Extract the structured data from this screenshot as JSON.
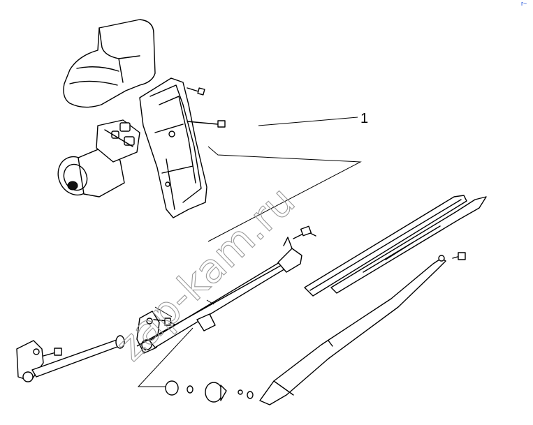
{
  "diagram": {
    "callout_label": "1",
    "watermark": "zap-kam.ru",
    "corner_mark": "r~"
  },
  "colors": {
    "line": "#000000",
    "background": "#ffffff",
    "watermark": "#9a9a9a",
    "corner_mark": "#1e4fd8"
  }
}
